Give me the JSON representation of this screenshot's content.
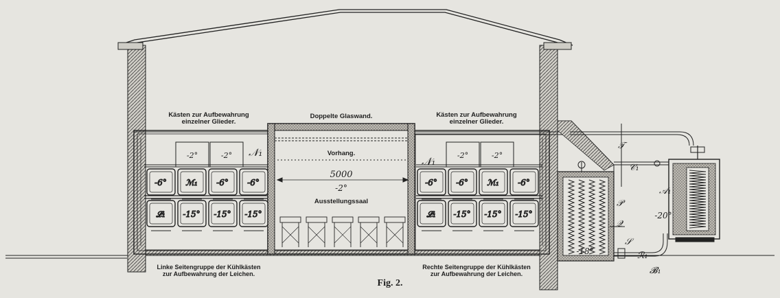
{
  "labels": {
    "kaesten_left_1": "Kästen zur Aufbewahrung",
    "kaesten_left_2": "einzelner Glieder.",
    "kaesten_right_1": "Kästen zur Aufbewahrung",
    "kaesten_right_2": "einzelner Glieder.",
    "glaswand": "Doppelte Glaswand.",
    "vorhang": "Vorhang.",
    "dimension": "5000",
    "saal_temp": "-2°",
    "saal": "Ausstellungssaal",
    "left_group_1": "Linke Seitengruppe der Kühlkästen",
    "left_group_2": "zur Aufbewahrung der Leichen.",
    "right_group_1": "Rechte Seitengruppe der Kühlkästen",
    "right_group_2": "zur Aufbewahrung der Leichen.",
    "fig": "Fig. 2."
  },
  "temps": {
    "small_box": "-2°",
    "upper": "-6°",
    "lower": "-15°",
    "condenser": "-18°",
    "tank": "-20°"
  },
  "letters": {
    "n1": "𝒩₁",
    "m1": "ℳ₁",
    "l1": "𝓛₁",
    "t": "𝒯",
    "c1": "𝒞₁",
    "p": "𝒫",
    "q": "𝒬",
    "s": "𝒮",
    "r1": "ℛ₁",
    "b1": "𝓑₁",
    "a1": "𝒜₁"
  }
}
